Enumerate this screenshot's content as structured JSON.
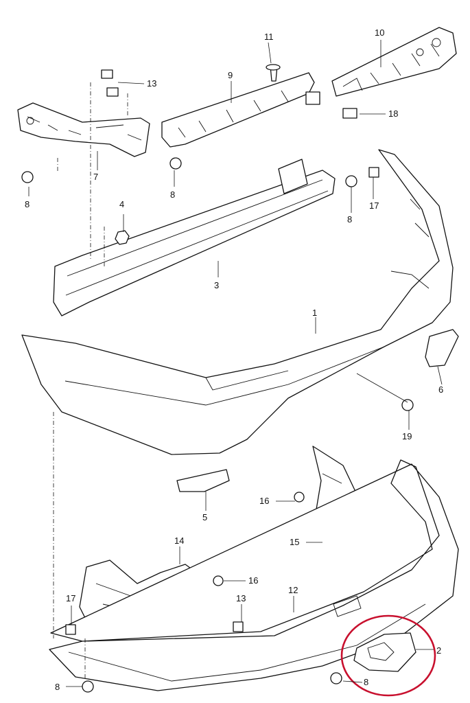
{
  "callouts": {
    "c1": "1",
    "c2": "2",
    "c3": "3",
    "c4": "4",
    "c5": "5",
    "c6": "6",
    "c7": "7",
    "c8a": "8",
    "c8b": "8",
    "c8c": "8",
    "c8d": "8",
    "c8e": "8",
    "c9": "9",
    "c10": "10",
    "c11": "11",
    "c12": "12",
    "c13a": "13",
    "c13b": "13",
    "c14": "14",
    "c15": "15",
    "c16a": "16",
    "c16b": "16",
    "c17a": "17",
    "c17b": "17",
    "c18": "18",
    "c19": "19"
  },
  "highlight": {
    "color": "#c8102e",
    "target_part": "2"
  }
}
